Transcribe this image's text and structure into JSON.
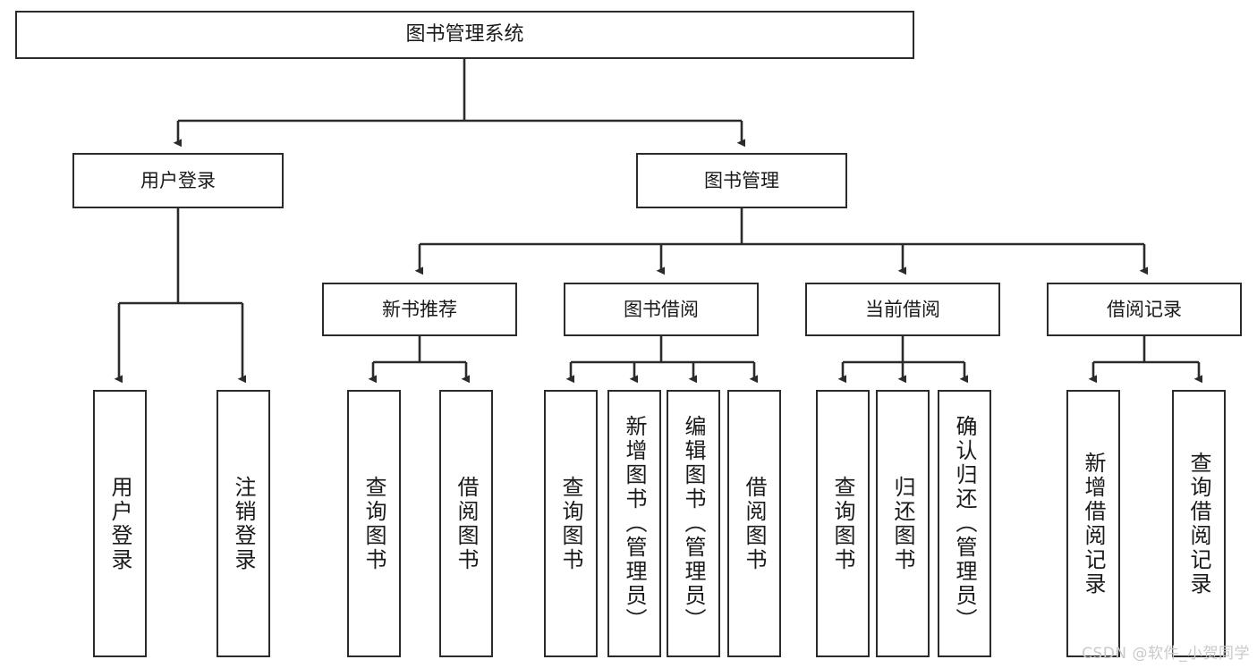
{
  "diagram": {
    "title": "图书管理系统",
    "type": "tree",
    "watermark": "CSDN @软件_小贺同学",
    "colors": {
      "box_border": "#2b2b2b",
      "box_fill": "#ffffff",
      "edge": "#2b2b2b",
      "text": "#1a1a1a",
      "watermark": "#c9c9c9",
      "background": "#ffffff"
    },
    "nodes": {
      "root": {
        "label": "图书管理系统"
      },
      "level2": [
        {
          "id": "user-login",
          "label": "用户登录"
        },
        {
          "id": "book-manage",
          "label": "图书管理"
        }
      ],
      "level3": [
        {
          "id": "new-book-recommend",
          "label": "新书推荐"
        },
        {
          "id": "book-borrow",
          "label": "图书借阅"
        },
        {
          "id": "current-borrow",
          "label": "当前借阅"
        },
        {
          "id": "borrow-record",
          "label": "借阅记录"
        }
      ],
      "leaves": {
        "user_login": [
          {
            "id": "leaf-user-login",
            "label": "用户登录"
          },
          {
            "id": "leaf-logout-login",
            "label": "注销登录"
          }
        ],
        "new_book_recommend": [
          {
            "id": "leaf-query-book-1",
            "label": "查询图书"
          },
          {
            "id": "leaf-borrow-book-1",
            "label": "借阅图书"
          }
        ],
        "book_borrow": [
          {
            "id": "leaf-query-book-2",
            "label": "查询图书"
          },
          {
            "id": "leaf-add-book",
            "label": "新增图书（管理员）"
          },
          {
            "id": "leaf-edit-book",
            "label": "编辑图书（管理员）"
          },
          {
            "id": "leaf-borrow-book-2",
            "label": "借阅图书"
          }
        ],
        "current_borrow": [
          {
            "id": "leaf-query-book-3",
            "label": "查询图书"
          },
          {
            "id": "leaf-return-book",
            "label": "归还图书"
          },
          {
            "id": "leaf-confirm-return",
            "label": "确认归还（管理员）"
          }
        ],
        "borrow_record": [
          {
            "id": "leaf-add-record",
            "label": "新增借阅记录"
          },
          {
            "id": "leaf-query-record",
            "label": "查询借阅记录"
          }
        ]
      }
    }
  }
}
